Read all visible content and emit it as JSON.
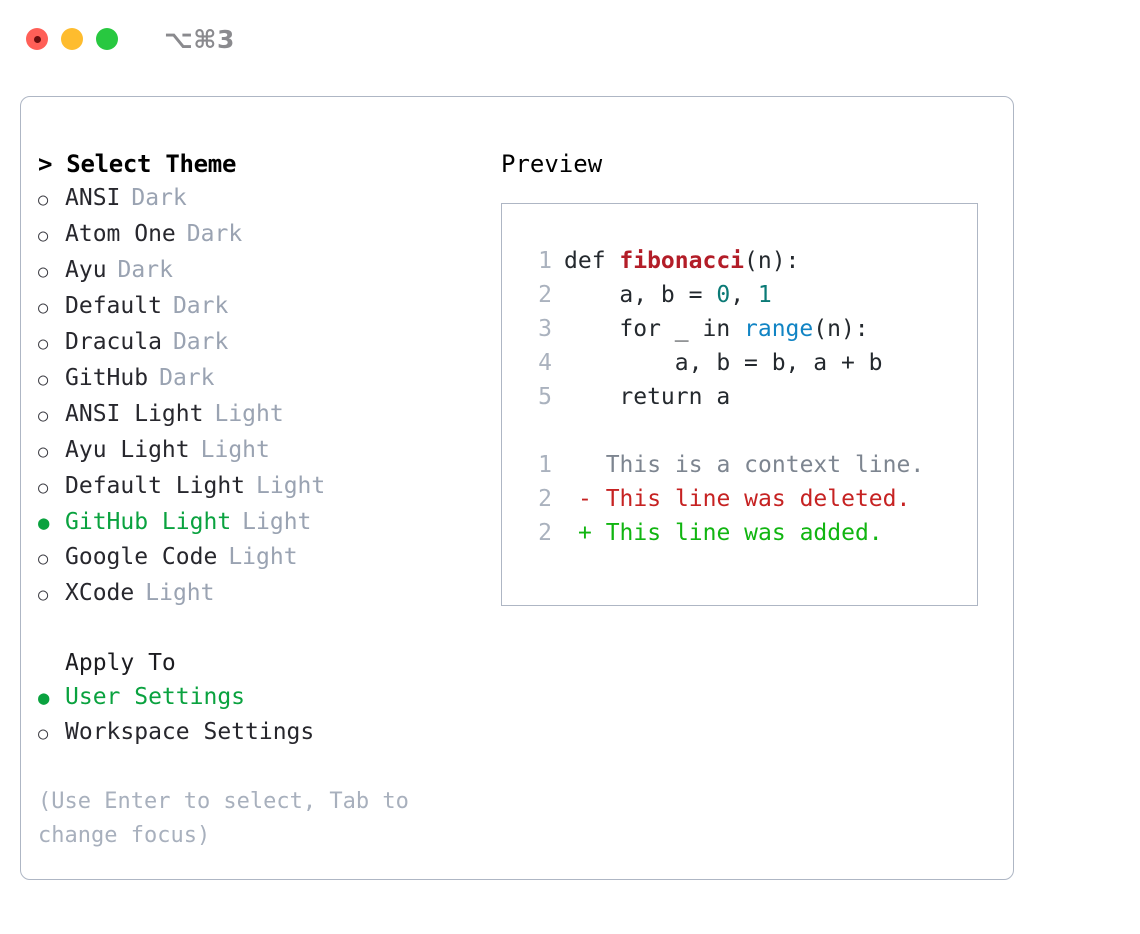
{
  "titlebar": {
    "shortcut": "⌥⌘3",
    "lights": [
      "close-red",
      "minimize-yellow",
      "maximize-green"
    ]
  },
  "theme_panel": {
    "header": "> Select Theme",
    "items": [
      {
        "bullet": "○",
        "label": "ANSI",
        "tag": "Dark",
        "selected": false
      },
      {
        "bullet": "○",
        "label": "Atom One",
        "tag": "Dark",
        "selected": false
      },
      {
        "bullet": "○",
        "label": "Ayu",
        "tag": "Dark",
        "selected": false
      },
      {
        "bullet": "○",
        "label": "Default",
        "tag": "Dark",
        "selected": false
      },
      {
        "bullet": "○",
        "label": "Dracula",
        "tag": "Dark",
        "selected": false
      },
      {
        "bullet": "○",
        "label": "GitHub",
        "tag": "Dark",
        "selected": false
      },
      {
        "bullet": "○",
        "label": "ANSI Light",
        "tag": "Light",
        "selected": false
      },
      {
        "bullet": "○",
        "label": "Ayu Light",
        "tag": "Light",
        "selected": false
      },
      {
        "bullet": "○",
        "label": "Default Light",
        "tag": "Light",
        "selected": false
      },
      {
        "bullet": "●",
        "label": "GitHub Light",
        "tag": "Light",
        "selected": true
      },
      {
        "bullet": "○",
        "label": "Google Code",
        "tag": "Light",
        "selected": false
      },
      {
        "bullet": "○",
        "label": "XCode",
        "tag": "Light",
        "selected": false
      }
    ],
    "apply_to": {
      "header": "Apply To",
      "items": [
        {
          "bullet": "●",
          "label": "User Settings",
          "selected": true
        },
        {
          "bullet": "○",
          "label": "Workspace Settings",
          "selected": false
        }
      ]
    },
    "hint": "(Use Enter to select, Tab to change focus)"
  },
  "preview": {
    "title": "Preview",
    "code_lines": [
      {
        "num": "1",
        "tokens": [
          {
            "t": "def ",
            "c": "plain"
          },
          {
            "t": "fibonacci",
            "c": "fn"
          },
          {
            "t": "(n):",
            "c": "plain"
          }
        ]
      },
      {
        "num": "2",
        "tokens": [
          {
            "t": "    a, b = ",
            "c": "plain"
          },
          {
            "t": "0",
            "c": "num"
          },
          {
            "t": ", ",
            "c": "plain"
          },
          {
            "t": "1",
            "c": "num"
          }
        ]
      },
      {
        "num": "3",
        "tokens": [
          {
            "t": "    for _ in ",
            "c": "plain"
          },
          {
            "t": "range",
            "c": "kw"
          },
          {
            "t": "(n):",
            "c": "plain"
          }
        ]
      },
      {
        "num": "4",
        "tokens": [
          {
            "t": "        a, b = b, a + b",
            "c": "plain"
          }
        ]
      },
      {
        "num": "5",
        "tokens": [
          {
            "t": "    return a",
            "c": "plain"
          }
        ]
      }
    ],
    "diff_lines": [
      {
        "num": "1",
        "marker": " ",
        "text": " This is a context line.",
        "kind": "ctx"
      },
      {
        "num": "2",
        "marker": "-",
        "text": " This line was deleted.",
        "kind": "del"
      },
      {
        "num": "2",
        "marker": "+",
        "text": " This line was added.",
        "kind": "add"
      }
    ]
  },
  "colors": {
    "selected_green": "#0aa23f",
    "diff_add": "#11b511",
    "diff_del": "#c62222",
    "muted": "#9aa3b2",
    "function_red": "#b31d28",
    "keyword_blue": "#1184c4",
    "number_teal": "#0b7a76",
    "border": "#aeb6c4"
  }
}
